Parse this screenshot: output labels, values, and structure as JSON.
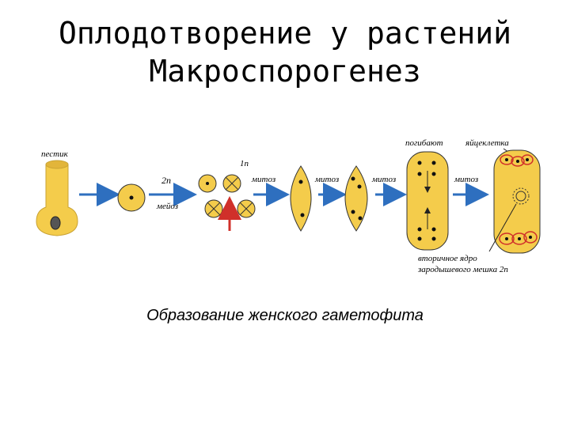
{
  "title": {
    "line1": "Оплодотворение у растений",
    "line2": "Макроспорогенез"
  },
  "caption": "Образование женского гаметофита",
  "colors": {
    "cell_fill": "#F4CC4B",
    "cell_stroke": "#8A6A10",
    "arrow": "#2E6FBF",
    "highlight_arrow": "#D0302A",
    "accent_ring": "#D0302A"
  },
  "labels": {
    "pistil": "пестик",
    "ploidy_2n": "2n",
    "meiosis": "мейоз",
    "ploidy_1n": "1n",
    "mitosis_1": "митоз",
    "mitosis_2": "митоз",
    "mitosis_3": "митоз",
    "mitosis_4": "митоз",
    "degenerate": "погибают",
    "egg_cell": "яйцеклетка",
    "secondary_nucleus_line1": "вторичное ядро",
    "secondary_nucleus_line2": "зародышевого мешка 2n"
  }
}
